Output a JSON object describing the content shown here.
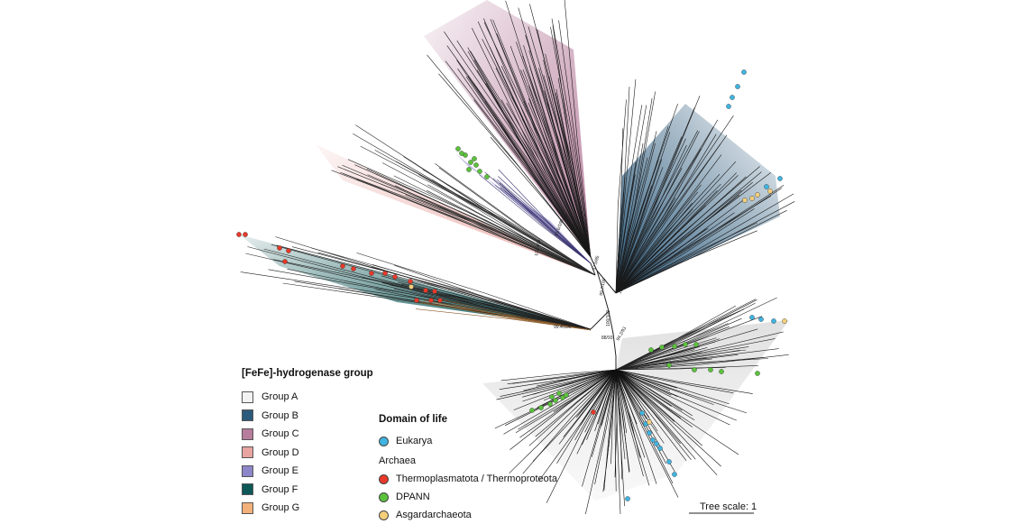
{
  "group_legend": {
    "title": "[FeFe]-hydrogenase group",
    "items": [
      {
        "label": "Group A",
        "color": "#f2f2f2"
      },
      {
        "label": "Group B",
        "color": "#2c5a7c"
      },
      {
        "label": "Group C",
        "color": "#b77d9c"
      },
      {
        "label": "Group D",
        "color": "#e7a4a0"
      },
      {
        "label": "Group E",
        "color": "#8d86c9"
      },
      {
        "label": "Group F",
        "color": "#0d5757"
      },
      {
        "label": "Group G",
        "color": "#f2b07a"
      }
    ]
  },
  "domain_legend": {
    "title": "Domain of life",
    "eukarya": {
      "label": "Eukarya",
      "color": "#3fb4e0"
    },
    "archaea_heading": "Archaea",
    "archaea": [
      {
        "label": "Thermoplasmatota / Thermoproteota",
        "color": "#e8392a"
      },
      {
        "label": "DPANN",
        "color": "#5bc23c"
      },
      {
        "label": "Asgardarchaeota",
        "color": "#f5cf7a"
      }
    ]
  },
  "tree_scale": "Tree scale: 1"
}
